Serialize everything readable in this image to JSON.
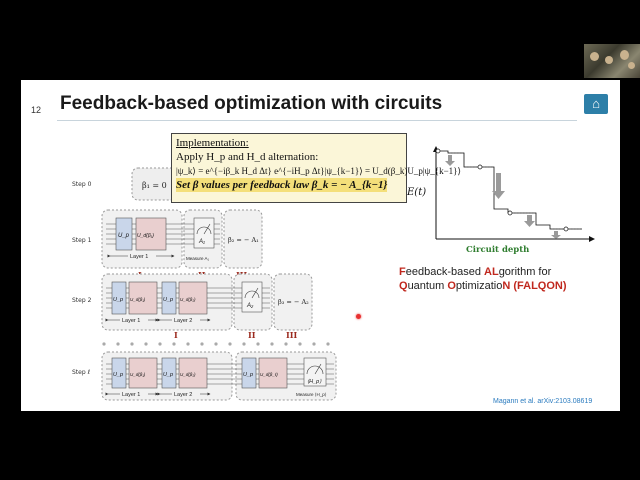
{
  "slide": {
    "number": "12",
    "title": "Feedback-based optimization with circuits",
    "logo_icon": "institution-logo-icon",
    "citation": "Magann et al. arXiv:2103.08619"
  },
  "implementation": {
    "heading": "Implementation:",
    "line1": "Apply H_p and H_d alternation:",
    "line2": "|ψ_k⟩ = e^{−iβ_k H_d Δt} e^{−iH_p Δt}|ψ_{k−1}⟩ = U_d(β_k)U_p|ψ_{k−1}⟩",
    "line3": "Set β values per feedback law β_k = − A_{k−1}"
  },
  "circuit": {
    "steps": [
      "Step 0",
      "Step 1",
      "Step 2",
      "Step ℓ"
    ],
    "step0_beta": "β₁ = 0",
    "step1": {
      "layer1": "Layer 1",
      "measure": "Measure A₁",
      "beta": "β₂ = − A₁",
      "labels": [
        "I",
        "II",
        "III"
      ]
    },
    "step2": {
      "layer1": "Layer 1",
      "layer2": "Layer 2",
      "beta": "β₃ = − A₂",
      "labels": [
        "I",
        "II",
        "III"
      ]
    },
    "stepl": {
      "layer1": "Layer 1",
      "layer2": "Layer 2",
      "measure": "Measure ⟨H_p⟩"
    },
    "gates": {
      "up": "U_p",
      "ud1": "U_d(β₁)",
      "ud2": "U_d(β₂)",
      "udl": "U_d(β_ℓ)",
      "a1": "A₁",
      "a2": "A₂",
      "hp": "⟨H_p⟩"
    }
  },
  "plot": {
    "ylabel": "E(t)",
    "xlabel": "Circuit depth",
    "colors": {
      "xlabel": "#2f7d2f",
      "arrow": "#9a9a9a"
    }
  },
  "falqon": {
    "l1": [
      "F",
      "eedback-based ",
      "AL",
      "gorithm for"
    ],
    "l2": [
      "Q",
      "uantum ",
      "O",
      "ptimizatio",
      "N",
      " (FALQON)"
    ]
  },
  "colors": {
    "accent": "#c0281e",
    "link": "#2a7bbf",
    "highlight": "#f4df7a",
    "impl_bg": "#fbf6d8"
  }
}
